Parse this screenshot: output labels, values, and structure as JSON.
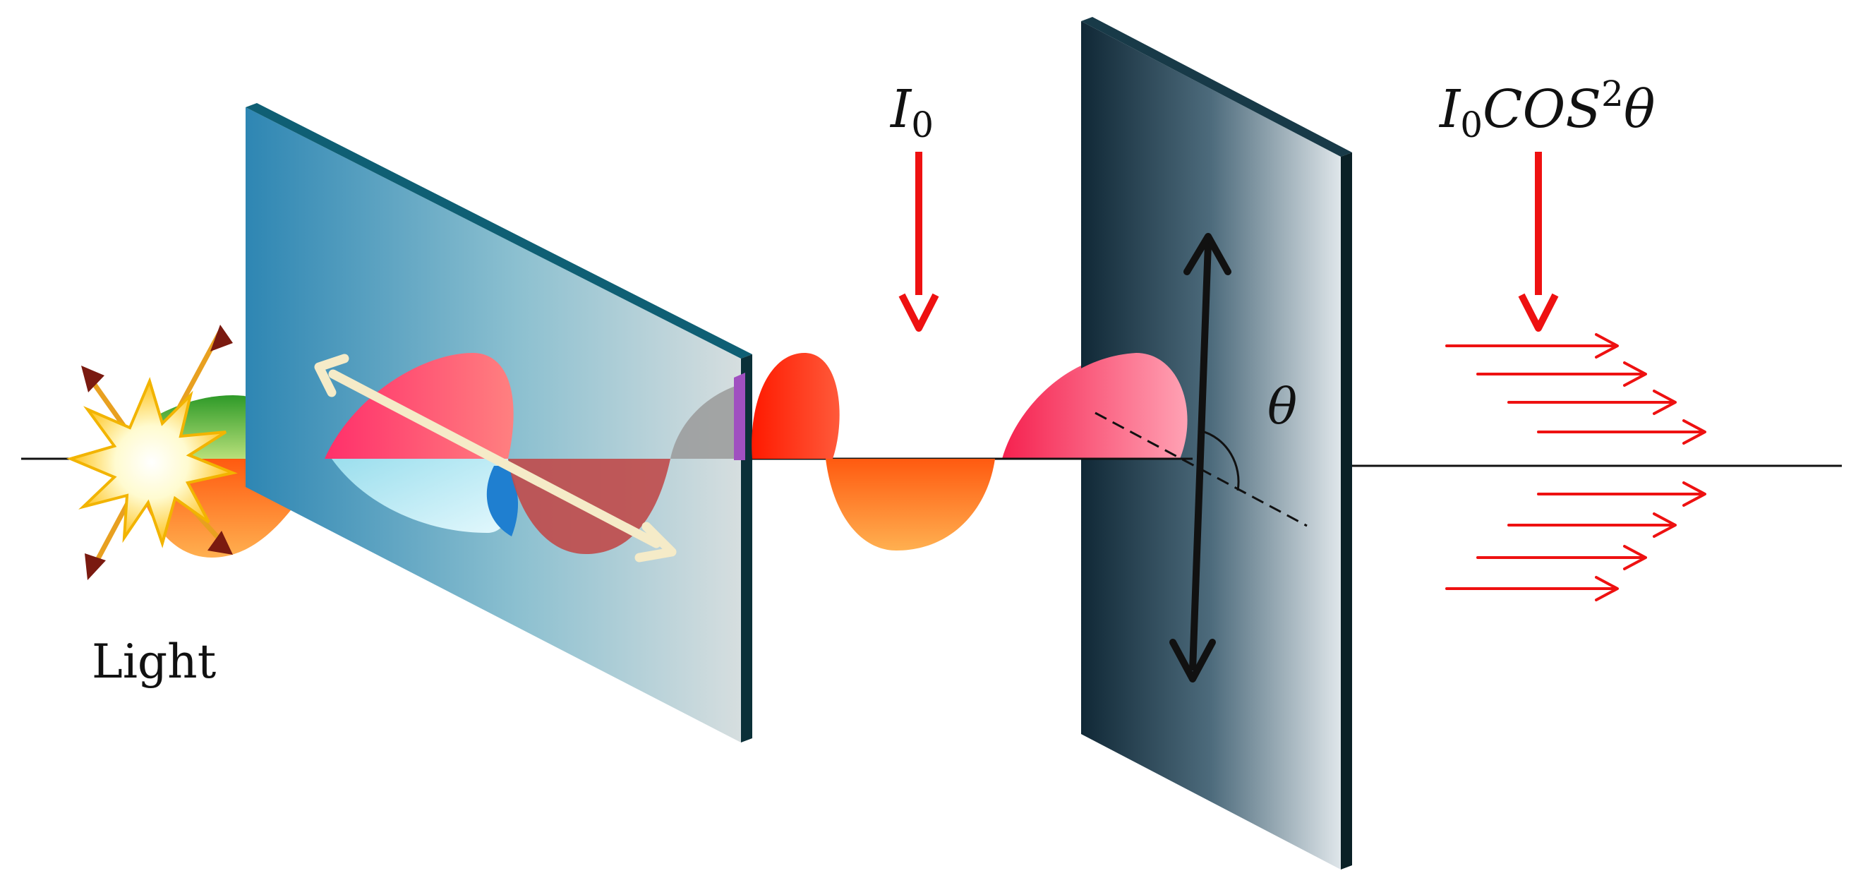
{
  "labels": {
    "light": "Light",
    "intensity_initial": {
      "base": "I",
      "sub": "0"
    },
    "intensity_transmitted": {
      "base": "I",
      "sub": "0",
      "func": "COS",
      "sup": "2",
      "var": "θ"
    },
    "angle": "θ"
  },
  "colors": {
    "background": "#ffffff",
    "arrow_red": "#ee1111",
    "polarizer_1": "#3a90b8",
    "polarizer_2": "#1f3a4c",
    "wave_green": "#4fae2a",
    "wave_orange": "#ff7a1a",
    "wave_red": "#ff3030",
    "wave_pink": "#ff6a86",
    "axis_arrow": "#f5ebc8",
    "star_yellow": "#ffcc1a"
  },
  "icons": {
    "light_source": "starburst-icon",
    "polarizer": "polarizer-plate",
    "transmission_axis": "double-arrow-icon"
  }
}
